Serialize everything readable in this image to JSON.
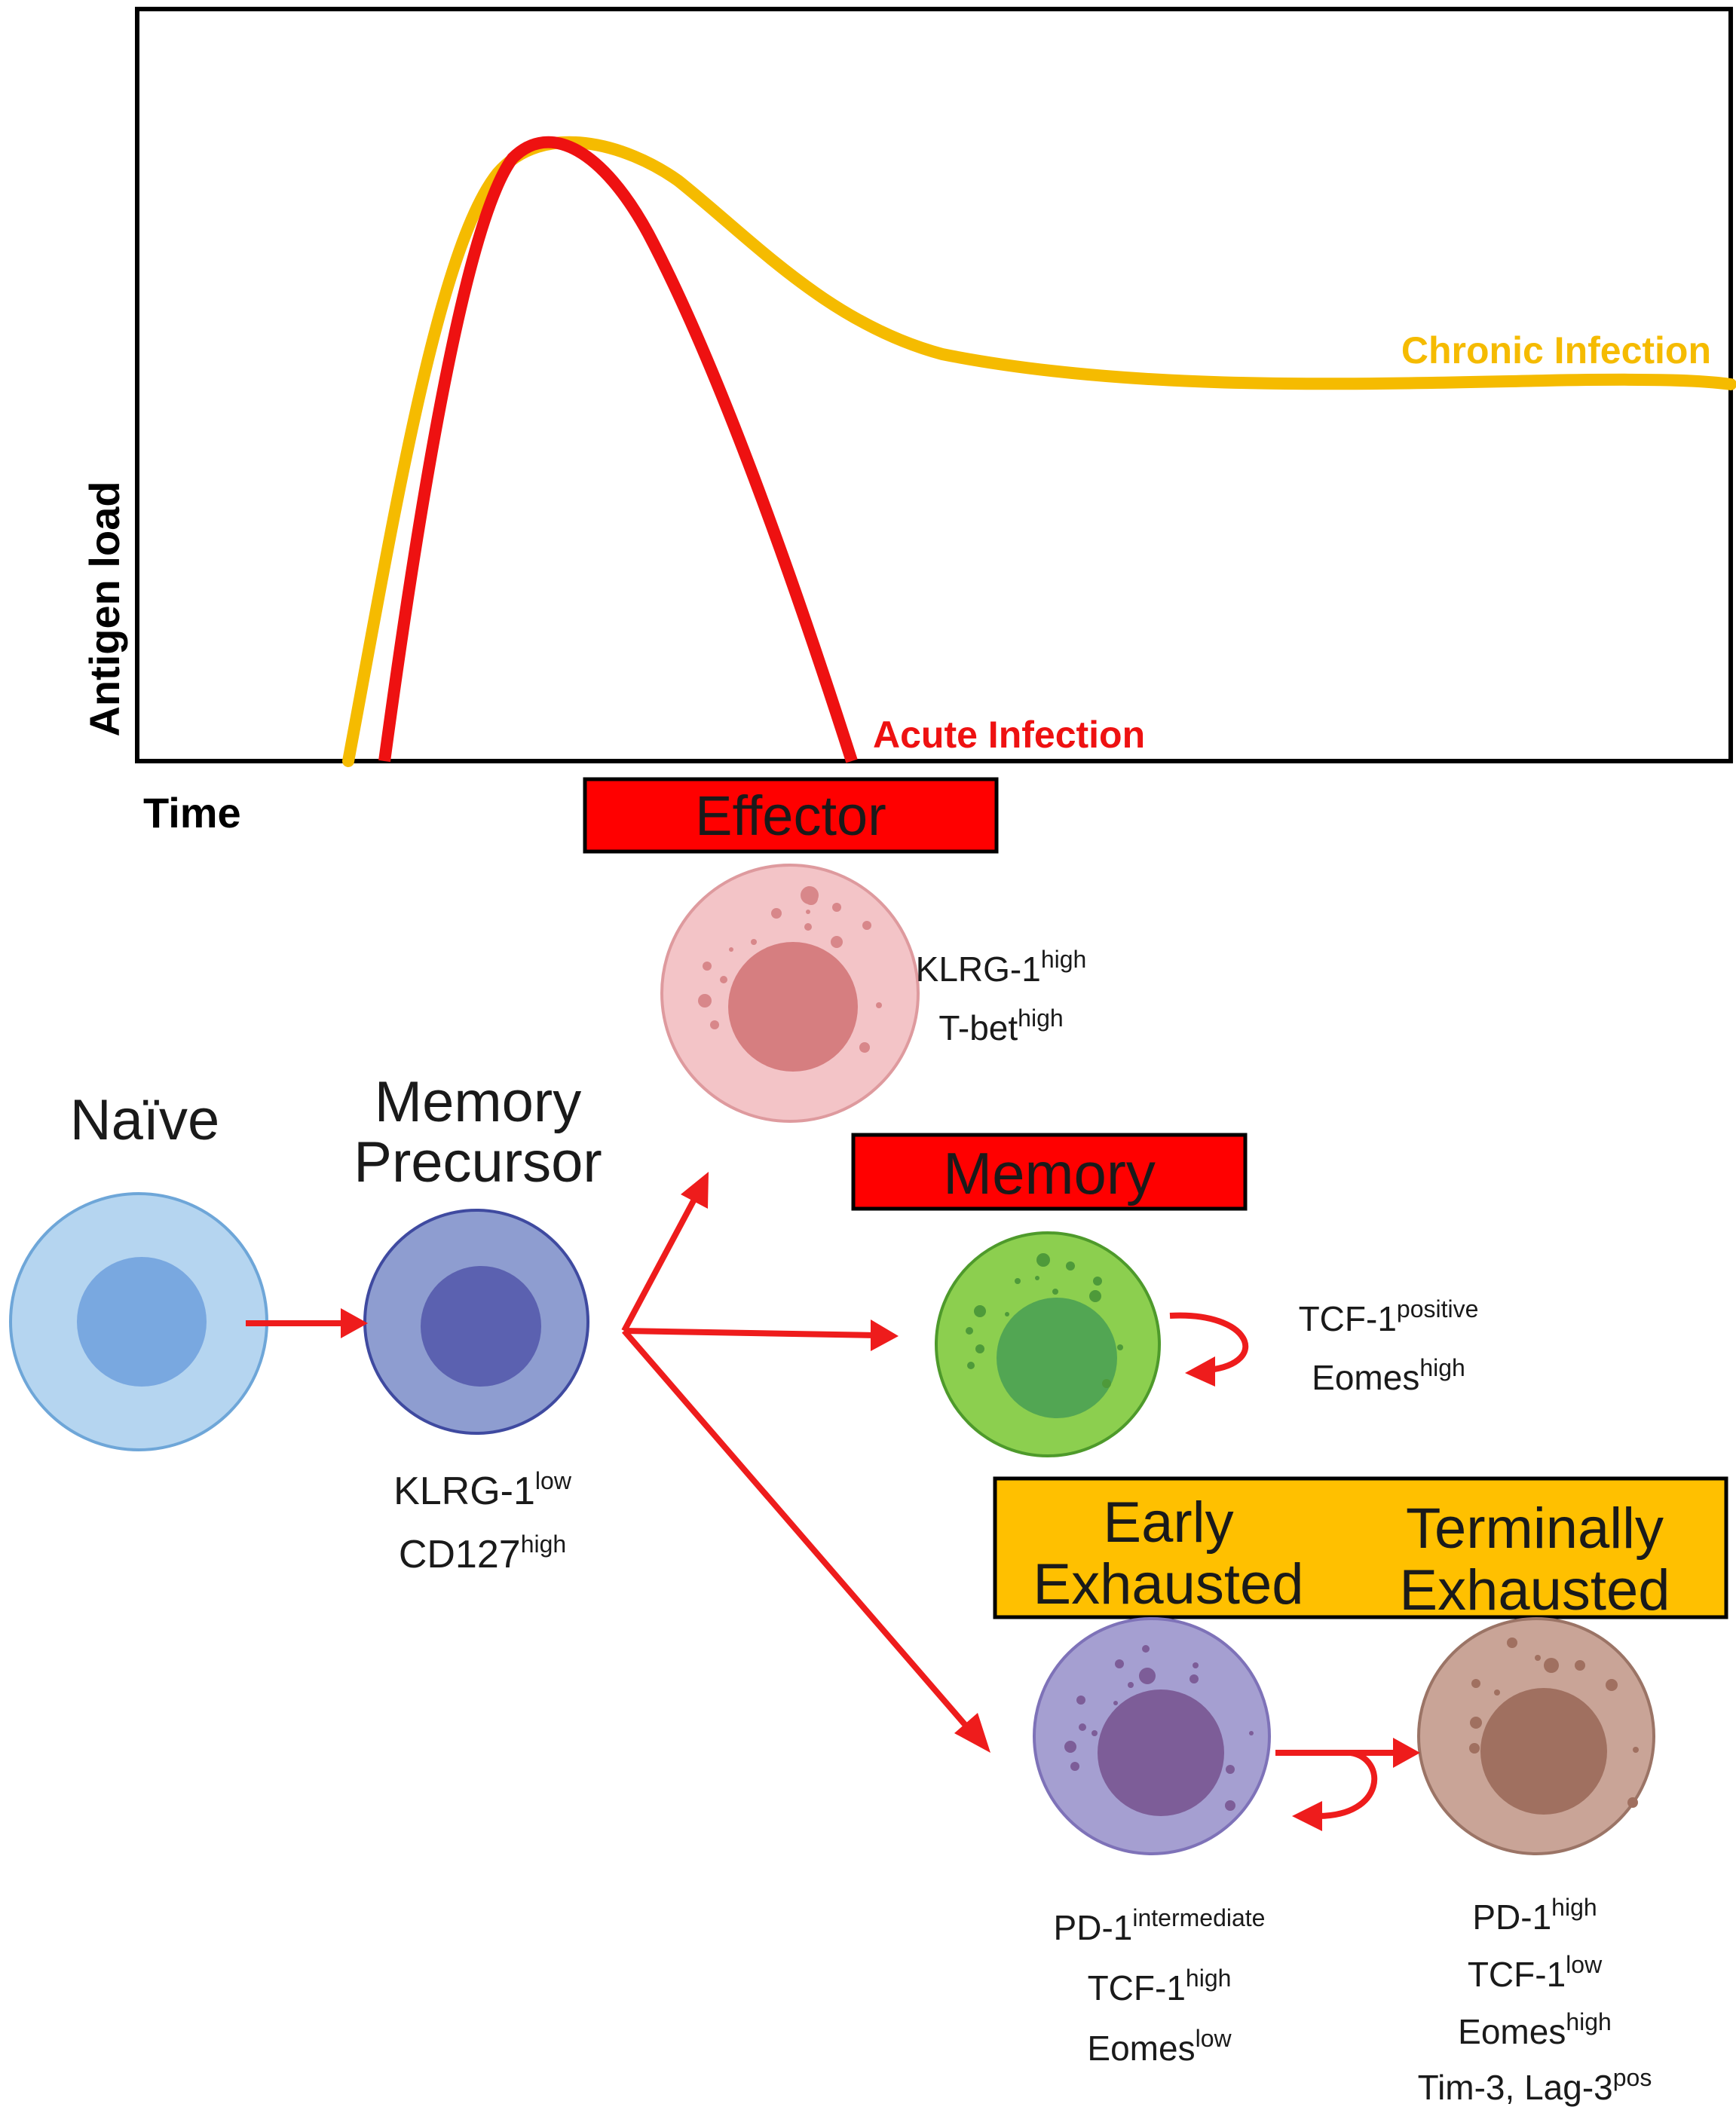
{
  "graph": {
    "y_axis_label": "Antigen load",
    "x_axis_label": "Time",
    "chronic_label": "Chronic Infection",
    "acute_label": "Acute Infection"
  },
  "colors": {
    "acute": "#ee1111",
    "chronic": "#f5bb00",
    "arrow": "#ee1c1c",
    "box_red": "#ff0000",
    "box_yellow": "#ffc000"
  },
  "stages": {
    "naive": {
      "title": "Naïve",
      "icon": "naive-t-cell"
    },
    "memory_precursor": {
      "title_line1": "Memory",
      "title_line2": "Precursor",
      "markers": [
        {
          "name": "KLRG-1",
          "level": "low"
        },
        {
          "name": "CD127",
          "level": "high"
        }
      ]
    },
    "effector": {
      "box_label": "Effector",
      "markers": [
        {
          "name": "KLRG-1",
          "level": "high"
        },
        {
          "name": "T-bet",
          "level": "high"
        }
      ]
    },
    "memory": {
      "box_label": "Memory",
      "markers": [
        {
          "name": "TCF-1",
          "level": "positive"
        },
        {
          "name": "Eomes",
          "level": "high"
        }
      ]
    },
    "exhausted_box": {
      "early_line1": "Early",
      "early_line2": "Exhausted",
      "terminal_line1": "Terminally",
      "terminal_line2": "Exhausted"
    },
    "early_exhausted": {
      "markers": [
        {
          "name": "PD-1",
          "level": "intermediate"
        },
        {
          "name": "TCF-1",
          "level": "high"
        },
        {
          "name": "Eomes",
          "level": "low"
        }
      ]
    },
    "terminally_exhausted": {
      "markers": [
        {
          "name": "PD-1",
          "level": "high"
        },
        {
          "name": "TCF-1",
          "level": "low"
        },
        {
          "name": "Eomes",
          "level": "high"
        },
        {
          "name": "Tim-3, Lag-3",
          "level": "pos"
        }
      ]
    }
  }
}
